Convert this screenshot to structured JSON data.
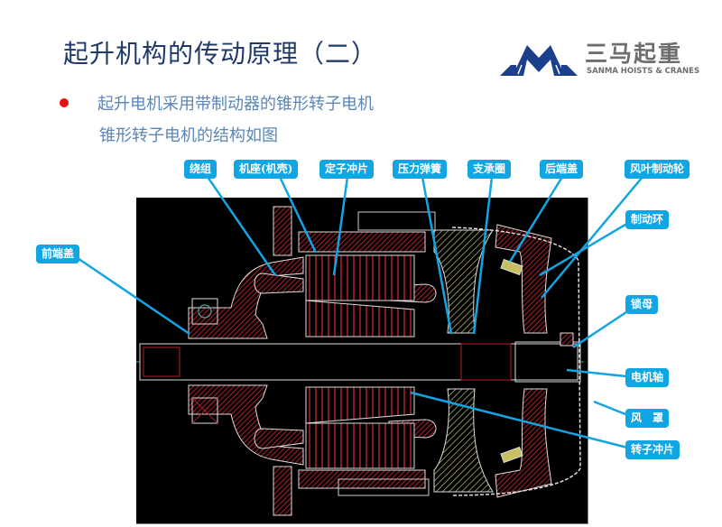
{
  "slide": {
    "title": "起升机构的传动原理（二）",
    "bullets": [
      "起升电机采用带制动器的锥形转子电机",
      "锥形转子电机的结构如图"
    ],
    "bullet_color": "#e81010"
  },
  "logo": {
    "name_cn": "三马起重",
    "name_en": "SANMA HOISTS & CRANES",
    "brand_color": "#1b3f8a"
  },
  "diagram": {
    "label_color": "#12a5e4",
    "labels": {
      "winding": "绕组",
      "frame": "机座(机壳)",
      "stator_laminations": "定子冲片",
      "pressure_spring": "压力弹簧",
      "support_ring": "支承圈",
      "rear_end_cover": "后端盖",
      "fan_brake_wheel": "风叶制动轮",
      "brake_ring": "制动环",
      "front_end_cover": "前端盖",
      "lock_nut": "锁母",
      "motor_shaft": "电机轴",
      "fan_cover": "风　罩",
      "rotor_laminations": "转子冲片"
    }
  }
}
